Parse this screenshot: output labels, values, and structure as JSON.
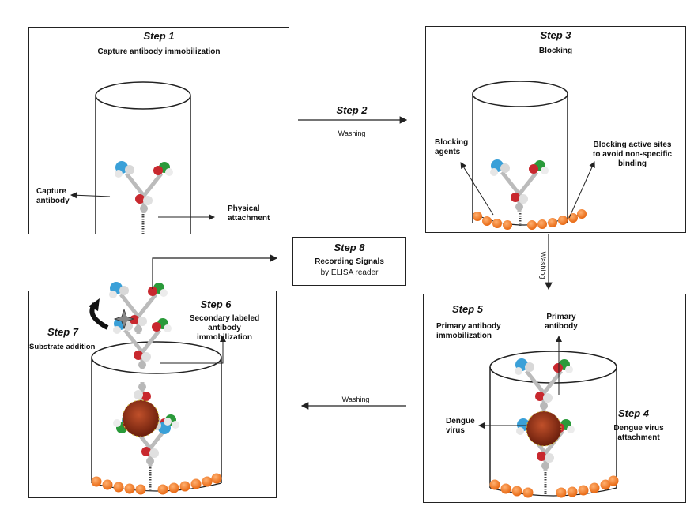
{
  "panel1": {
    "step": "Step 1",
    "title": "Capture antibody immobilization",
    "label_antibody": "Capture antibody",
    "label_attachment": "Physical attachment"
  },
  "arrow2": {
    "step": "Step 2",
    "label": "Washing"
  },
  "panel3": {
    "step": "Step 3",
    "title": "Blocking",
    "label_agents": "Blocking agents",
    "label_sites": "Blocking active sites to avoid non-specific binding"
  },
  "arrow_down": {
    "label": "Washing"
  },
  "panel5": {
    "step5": "Step 5",
    "title5": "Primary antibody immobilization",
    "label_primary": "Primary antibody",
    "label_dengue": "Dengue virus",
    "step4": "Step 4",
    "title4": "Dengue virus attachment"
  },
  "arrow_left": {
    "label": "Washing"
  },
  "panel6": {
    "step6": "Step 6",
    "title6": "Secondary labeled antibody immobilization",
    "step7": "Step 7",
    "title7": "Substrate addition"
  },
  "step8": {
    "step": "Step 8",
    "title": "Recording Signals",
    "subtitle": "by ELISA reader"
  },
  "colors": {
    "bead": "#f07820",
    "protein_blue": "#3aa0d8",
    "protein_green": "#2a9a3a",
    "protein_red": "#c8282e",
    "virus": "#8a2a14"
  }
}
